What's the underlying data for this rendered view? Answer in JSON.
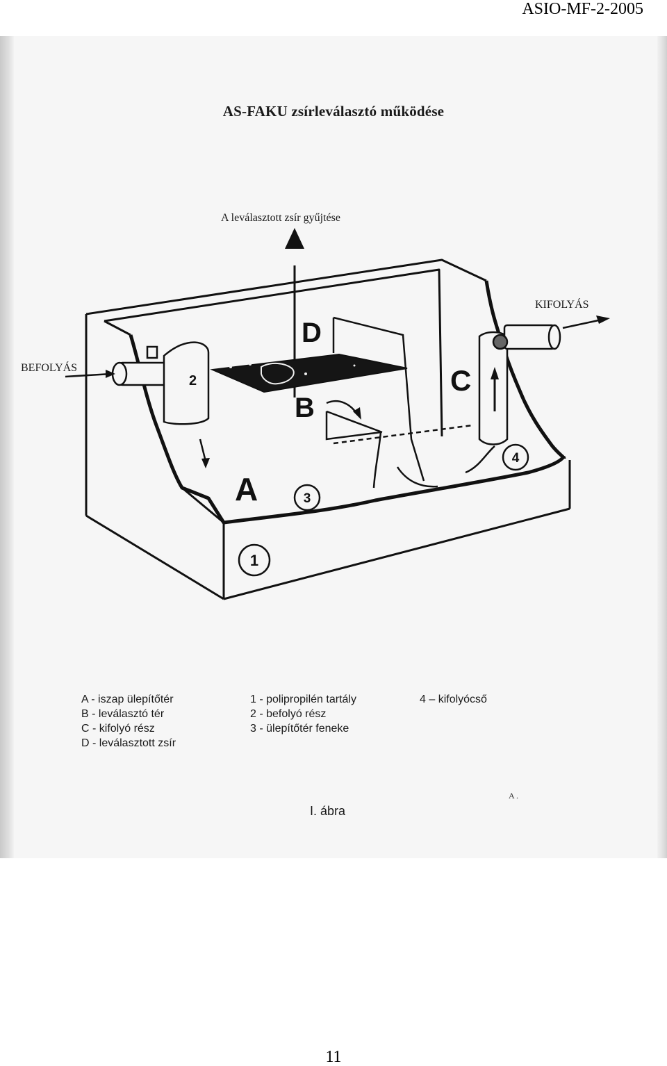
{
  "header": {
    "doc_code": "ASIO-MF-2-2005"
  },
  "figure": {
    "title": "AS-FAKU zsírleválasztó működése",
    "collection_label": "A leválasztott zsír gyűjtése",
    "inflow_label": "BEFOLYÁS",
    "outflow_label": "KIFOLYÁS",
    "zone_labels": {
      "a": "A",
      "b": "B",
      "c": "C",
      "d": "D"
    },
    "part_numbers": {
      "p1": "1",
      "p2": "2",
      "p3": "3",
      "p4": "4"
    },
    "legend": {
      "zones": [
        "A - iszap ülepítőtér",
        "B - leválasztó tér",
        "C - kifolyó rész",
        "D - leválasztott zsír"
      ],
      "parts": [
        "1 - polipropilén tartály",
        "2 - befolyó rész",
        "3 - ülepítőtér feneke"
      ],
      "parts_extra": [
        "4 – kifolyócső"
      ]
    },
    "caption": "I. ábra",
    "speck": "A ."
  },
  "footer": {
    "page_number": "11"
  }
}
